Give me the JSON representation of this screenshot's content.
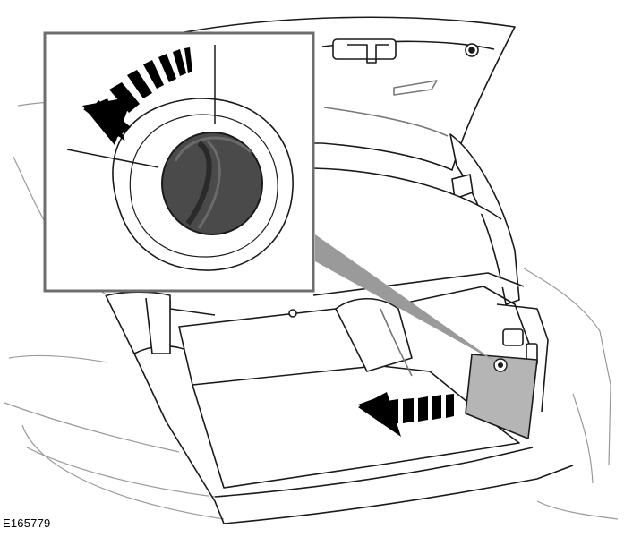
{
  "figure": {
    "reference_code": "E165779",
    "colors": {
      "line": "#1a1a1a",
      "light_line": "#8a8a8a",
      "panel_fill": "#b5b5b5",
      "cap_fill": "#4a4a4a",
      "pointer_fill": "#9a9a9a",
      "arrow_fill": "#000000",
      "inset_border": "#6e6e6e"
    },
    "icons": {
      "rotation_arrow": "curved-counterclockwise-arrow",
      "removal_arrow": "straight-left-arrow"
    }
  }
}
